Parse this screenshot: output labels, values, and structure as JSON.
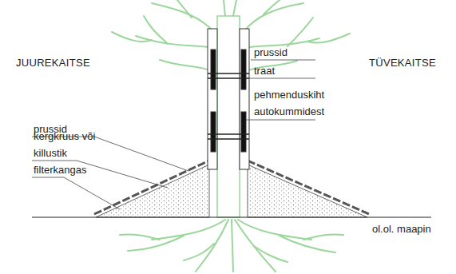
{
  "diagram": {
    "labels": [
      "JUUREKAITSE",
      "TÜVEKAITSE",
      "prussid",
      "traat",
      "pehmenduskiht autokummidest",
      "prussid",
      "kergkruus või killustik",
      "filterkangas",
      "ol.ol. maapin"
    ]
  }
}
